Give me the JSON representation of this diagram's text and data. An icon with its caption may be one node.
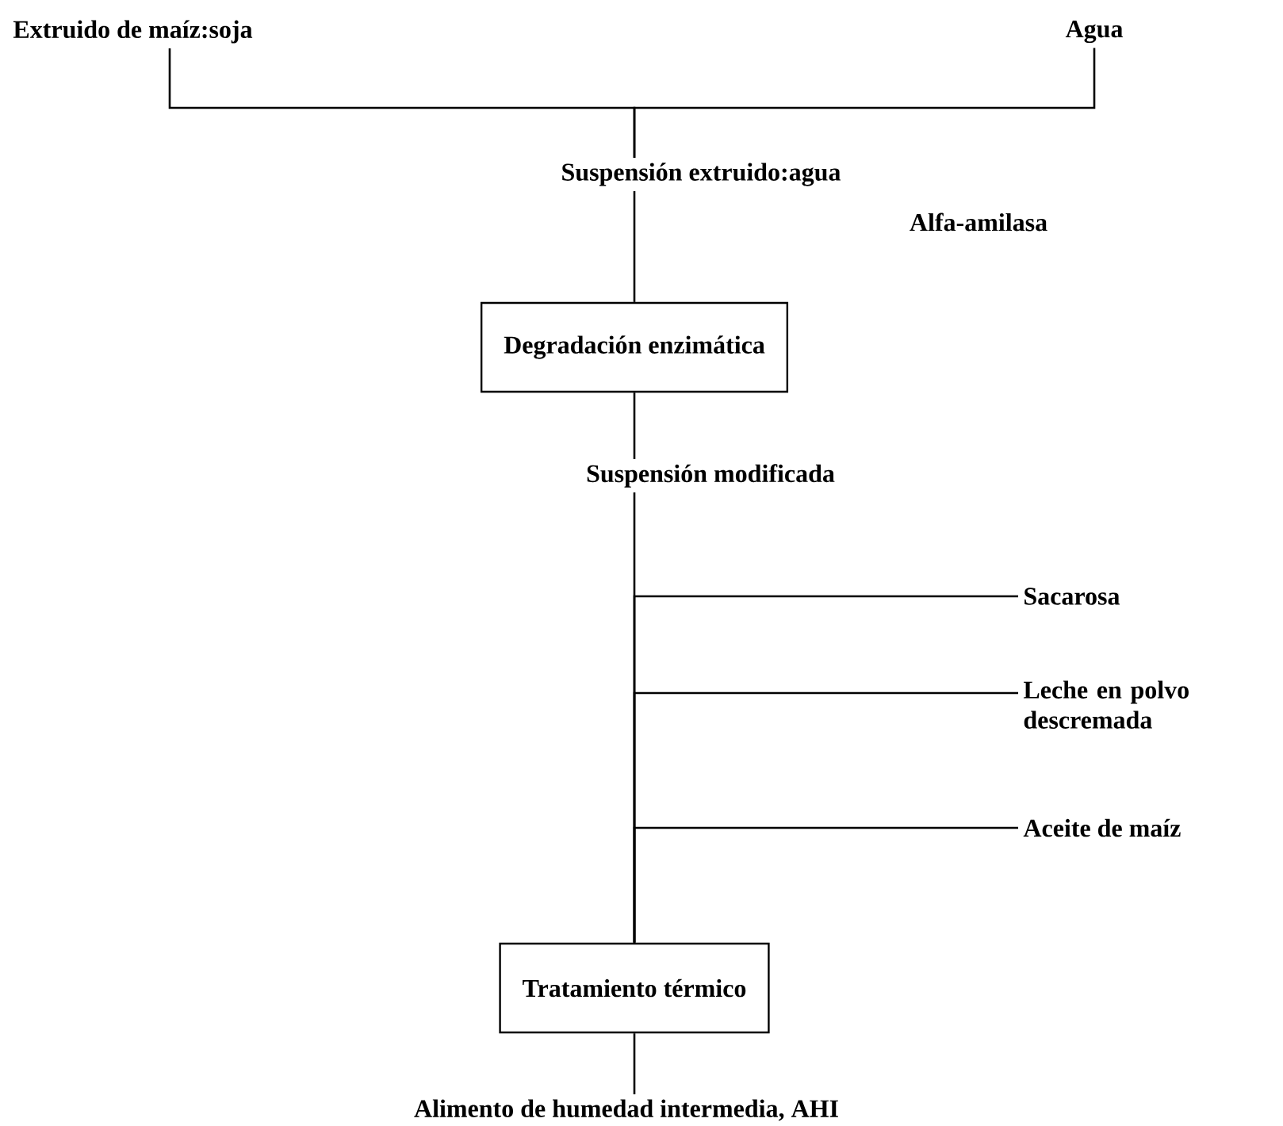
{
  "diagram": {
    "nodes": [
      {
        "text": [
          "Extruido de maíz:soja"
        ]
      },
      {
        "text": [
          "Agua"
        ]
      },
      {
        "text": [
          "Suspensión extruido:agua"
        ]
      },
      {
        "text": [
          "Alfa-amilasa"
        ]
      },
      {
        "text": [
          "Degradación enzimática"
        ]
      },
      {
        "text": [
          "Suspensión modificada"
        ]
      },
      {
        "text": [
          "Sacarosa"
        ]
      },
      {
        "text": [
          "Leche en polvo descremada"
        ]
      },
      {
        "text": [
          "Aceite de maíz"
        ]
      },
      {
        "text": [
          "Tratamiento térmico"
        ]
      },
      {
        "text": [
          "Alimento de humedad intermedia, AHI"
        ]
      }
    ],
    "edges": [
      {
        "from": 0,
        "to": 2,
        "arrow": "none"
      },
      {
        "from": 1,
        "to": 2,
        "arrow": "none"
      },
      {
        "from": 2,
        "to": 4,
        "arrow": "none"
      },
      {
        "from": 4,
        "to": 5,
        "arrow": "none"
      },
      {
        "from": 5,
        "to": 9,
        "arrow": "none"
      },
      {
        "from": 6,
        "to": 9,
        "arrow": "none"
      },
      {
        "from": 7,
        "to": 9,
        "arrow": "none"
      },
      {
        "from": 8,
        "to": 9,
        "arrow": "none"
      },
      {
        "from": 9,
        "to": 10,
        "arrow": "none"
      }
    ]
  }
}
